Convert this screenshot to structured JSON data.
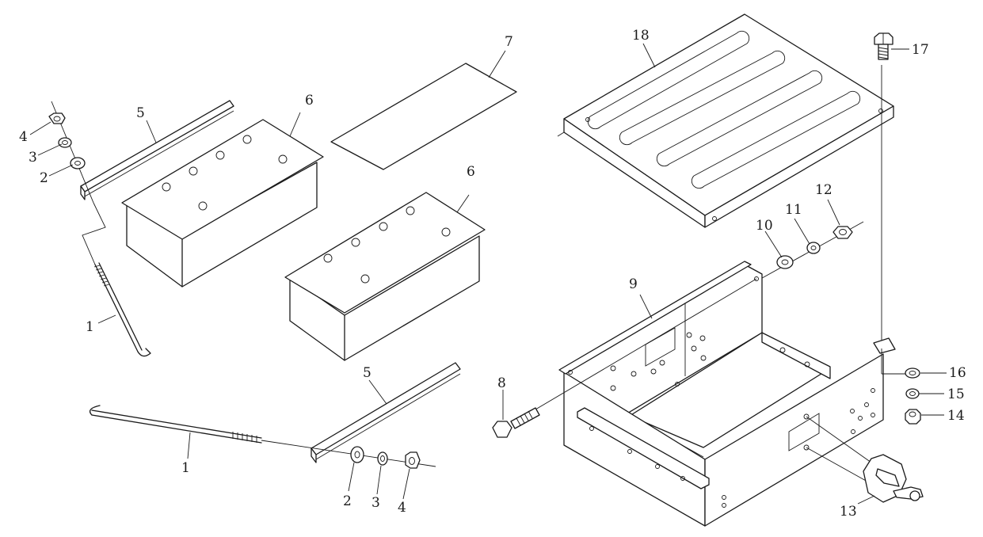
{
  "diagram": {
    "parts": [
      {
        "id": "p1a",
        "label": "1"
      },
      {
        "id": "p2a",
        "label": "2"
      },
      {
        "id": "p3a",
        "label": "3"
      },
      {
        "id": "p4a",
        "label": "4"
      },
      {
        "id": "p5a",
        "label": "5"
      },
      {
        "id": "p6a",
        "label": "6"
      },
      {
        "id": "p6b",
        "label": "6"
      },
      {
        "id": "p7",
        "label": "7"
      },
      {
        "id": "p18",
        "label": "18"
      },
      {
        "id": "p17",
        "label": "17"
      },
      {
        "id": "p10",
        "label": "10"
      },
      {
        "id": "p11",
        "label": "11"
      },
      {
        "id": "p12",
        "label": "12"
      },
      {
        "id": "p9",
        "label": "9"
      },
      {
        "id": "p8",
        "label": "8"
      },
      {
        "id": "p5b",
        "label": "5"
      },
      {
        "id": "p1b",
        "label": "1"
      },
      {
        "id": "p2b",
        "label": "2"
      },
      {
        "id": "p3b",
        "label": "3"
      },
      {
        "id": "p4b",
        "label": "4"
      },
      {
        "id": "p16",
        "label": "16"
      },
      {
        "id": "p15",
        "label": "15"
      },
      {
        "id": "p14",
        "label": "14"
      },
      {
        "id": "p13",
        "label": "13"
      }
    ]
  }
}
